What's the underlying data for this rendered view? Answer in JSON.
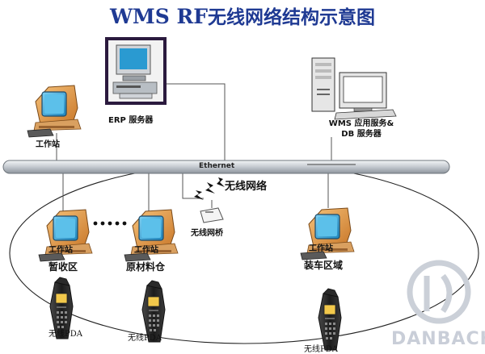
{
  "title": {
    "en": "WMS RF",
    "cn": "无线网络结构示意图"
  },
  "nodes": {
    "erp_server": "ERP 服务器",
    "wms_server_line1": "WMS 应用服务&",
    "wms_server_line2": "DB 服务器",
    "top_workstation": "工作站",
    "ethernet": "Ethernet",
    "wireless_network": "无线网络",
    "wireless_bridge": "无线网桥",
    "workstations": [
      {
        "label": "工作站",
        "area": "暂收区"
      },
      {
        "label": "工作站",
        "area": "原材料仓"
      },
      {
        "label": "工作站",
        "area": "装车区域"
      }
    ],
    "pdas": [
      "无线PDA",
      "无线PDA",
      "无线PDA"
    ]
  },
  "watermark": "DANBACH",
  "colors": {
    "title": "#1f3a93",
    "erp_frame": "#2b1a3e",
    "monitor_screen": "#3aa7d9",
    "pc_body": "#e8a04a",
    "cable": "#c7ccd2",
    "pda_screen": "#f2c84b"
  }
}
